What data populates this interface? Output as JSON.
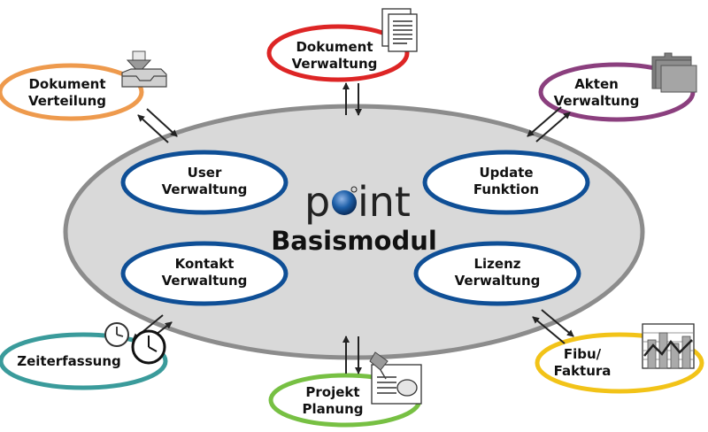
{
  "core": {
    "logo_text": "point",
    "title": "Basismodul",
    "inner_modules": [
      {
        "id": "user",
        "line1": "User",
        "line2": "Verwaltung"
      },
      {
        "id": "update",
        "line1": "Update",
        "line2": "Funktion"
      },
      {
        "id": "kontakt",
        "line1": "Kontakt",
        "line2": "Verwaltung"
      },
      {
        "id": "lizenz",
        "line1": "Lizenz",
        "line2": "Verwaltung"
      }
    ]
  },
  "satellites": [
    {
      "id": "dokument-verteilung",
      "line1": "Dokument",
      "line2": "Verteilung",
      "color": "#EE9A4D",
      "icon": "inbox-download-icon"
    },
    {
      "id": "dokument-verwaltung",
      "line1": "Dokument",
      "line2": "Verwaltung",
      "color": "#DD2525",
      "icon": "document-icon"
    },
    {
      "id": "akten-verwaltung",
      "line1": "Akten",
      "line2": "Verwaltung",
      "color": "#8B3F7E",
      "icon": "folder-files-icon"
    },
    {
      "id": "zeiterfassung",
      "line1": "Zeiterfassung",
      "line2": "",
      "color": "#3A9B9B",
      "icon": "clock-icon"
    },
    {
      "id": "projekt-planung",
      "line1": "Projekt",
      "line2": "Planung",
      "color": "#77C043",
      "icon": "pushpin-document-icon"
    },
    {
      "id": "fibu-faktura",
      "line1": "Fibu/",
      "line2": "Faktura",
      "color": "#F2C318",
      "icon": "bar-chart-icon"
    }
  ],
  "colors": {
    "core_fill": "#D9D9D9",
    "core_stroke": "#8C8C8C",
    "inner_stroke": "#0F4F96",
    "logo_dot": "#1D5FA8"
  }
}
